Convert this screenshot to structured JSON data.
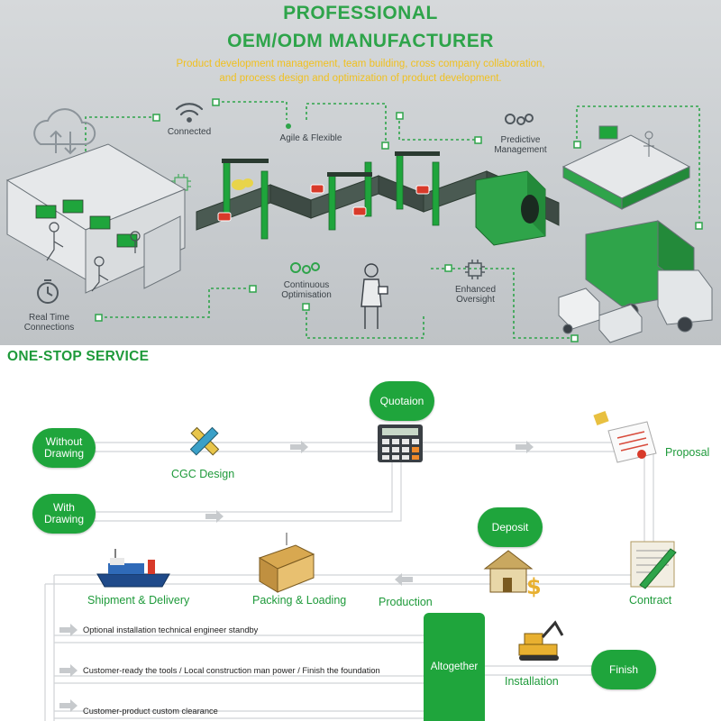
{
  "top": {
    "title_line1": "PROFESSIONAL",
    "title_line2": "OEM/ODM MANUFACTURER",
    "subtitle_line1": "Product development management, team building, cross company collaboration,",
    "subtitle_line2": "and process design and optimization of product development.",
    "features": {
      "connected": "Connected",
      "agile": "Agile & Flexible",
      "predictive": "Predictive\nManagement",
      "continuous": "Continuous\nOptimisation",
      "enhanced": "Enhanced\nOversight",
      "realtime": "Real Time\nConnections"
    }
  },
  "bottom": {
    "section_title": "ONE-STOP SERVICE",
    "bubbles": {
      "without_drawing": "Without\nDrawing",
      "with_drawing": "With\nDrawing",
      "quotation": "Quotaion",
      "deposit": "Deposit",
      "finish": "Finish"
    },
    "labels": {
      "cgc_design": "CGC Design",
      "proposal": "Proposal",
      "contract": "Contract",
      "production": "Production",
      "packing": "Packing & Loading",
      "shipment": "Shipment & Delivery",
      "installation": "Installation"
    },
    "altogether": "Altogether",
    "options": [
      "Optional installation technical engineer standby",
      "Customer-ready the tools / Local construction man power / Finish the foundation",
      "Customer-product custom clearance"
    ]
  },
  "colors": {
    "brand_green": "#1fa53c",
    "title_green": "#2ea44a",
    "subtitle_yellow": "#f0c020",
    "banner_gray": "#c9cdd0"
  }
}
